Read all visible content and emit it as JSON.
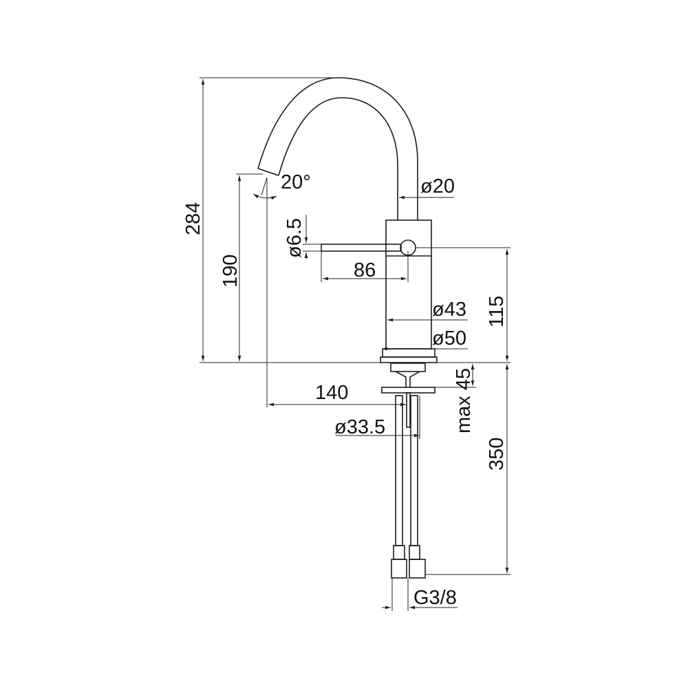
{
  "drawing": {
    "title": "Faucet technical drawing",
    "colors": {
      "line": "#1a1a1a",
      "background": "#ffffff"
    },
    "dimensions": {
      "total_height": "284",
      "spout_height": "190",
      "spout_angle": "20°",
      "spout_diameter": "ø20",
      "lever_diameter": "ø6.5",
      "lever_length": "86",
      "body_diameter": "ø43",
      "base_diameter": "ø50",
      "body_height": "115",
      "max_deck_thickness": "max 45",
      "spout_reach": "140",
      "hole_diameter": "ø33.5",
      "hose_length": "350",
      "connection": "G3/8"
    }
  }
}
